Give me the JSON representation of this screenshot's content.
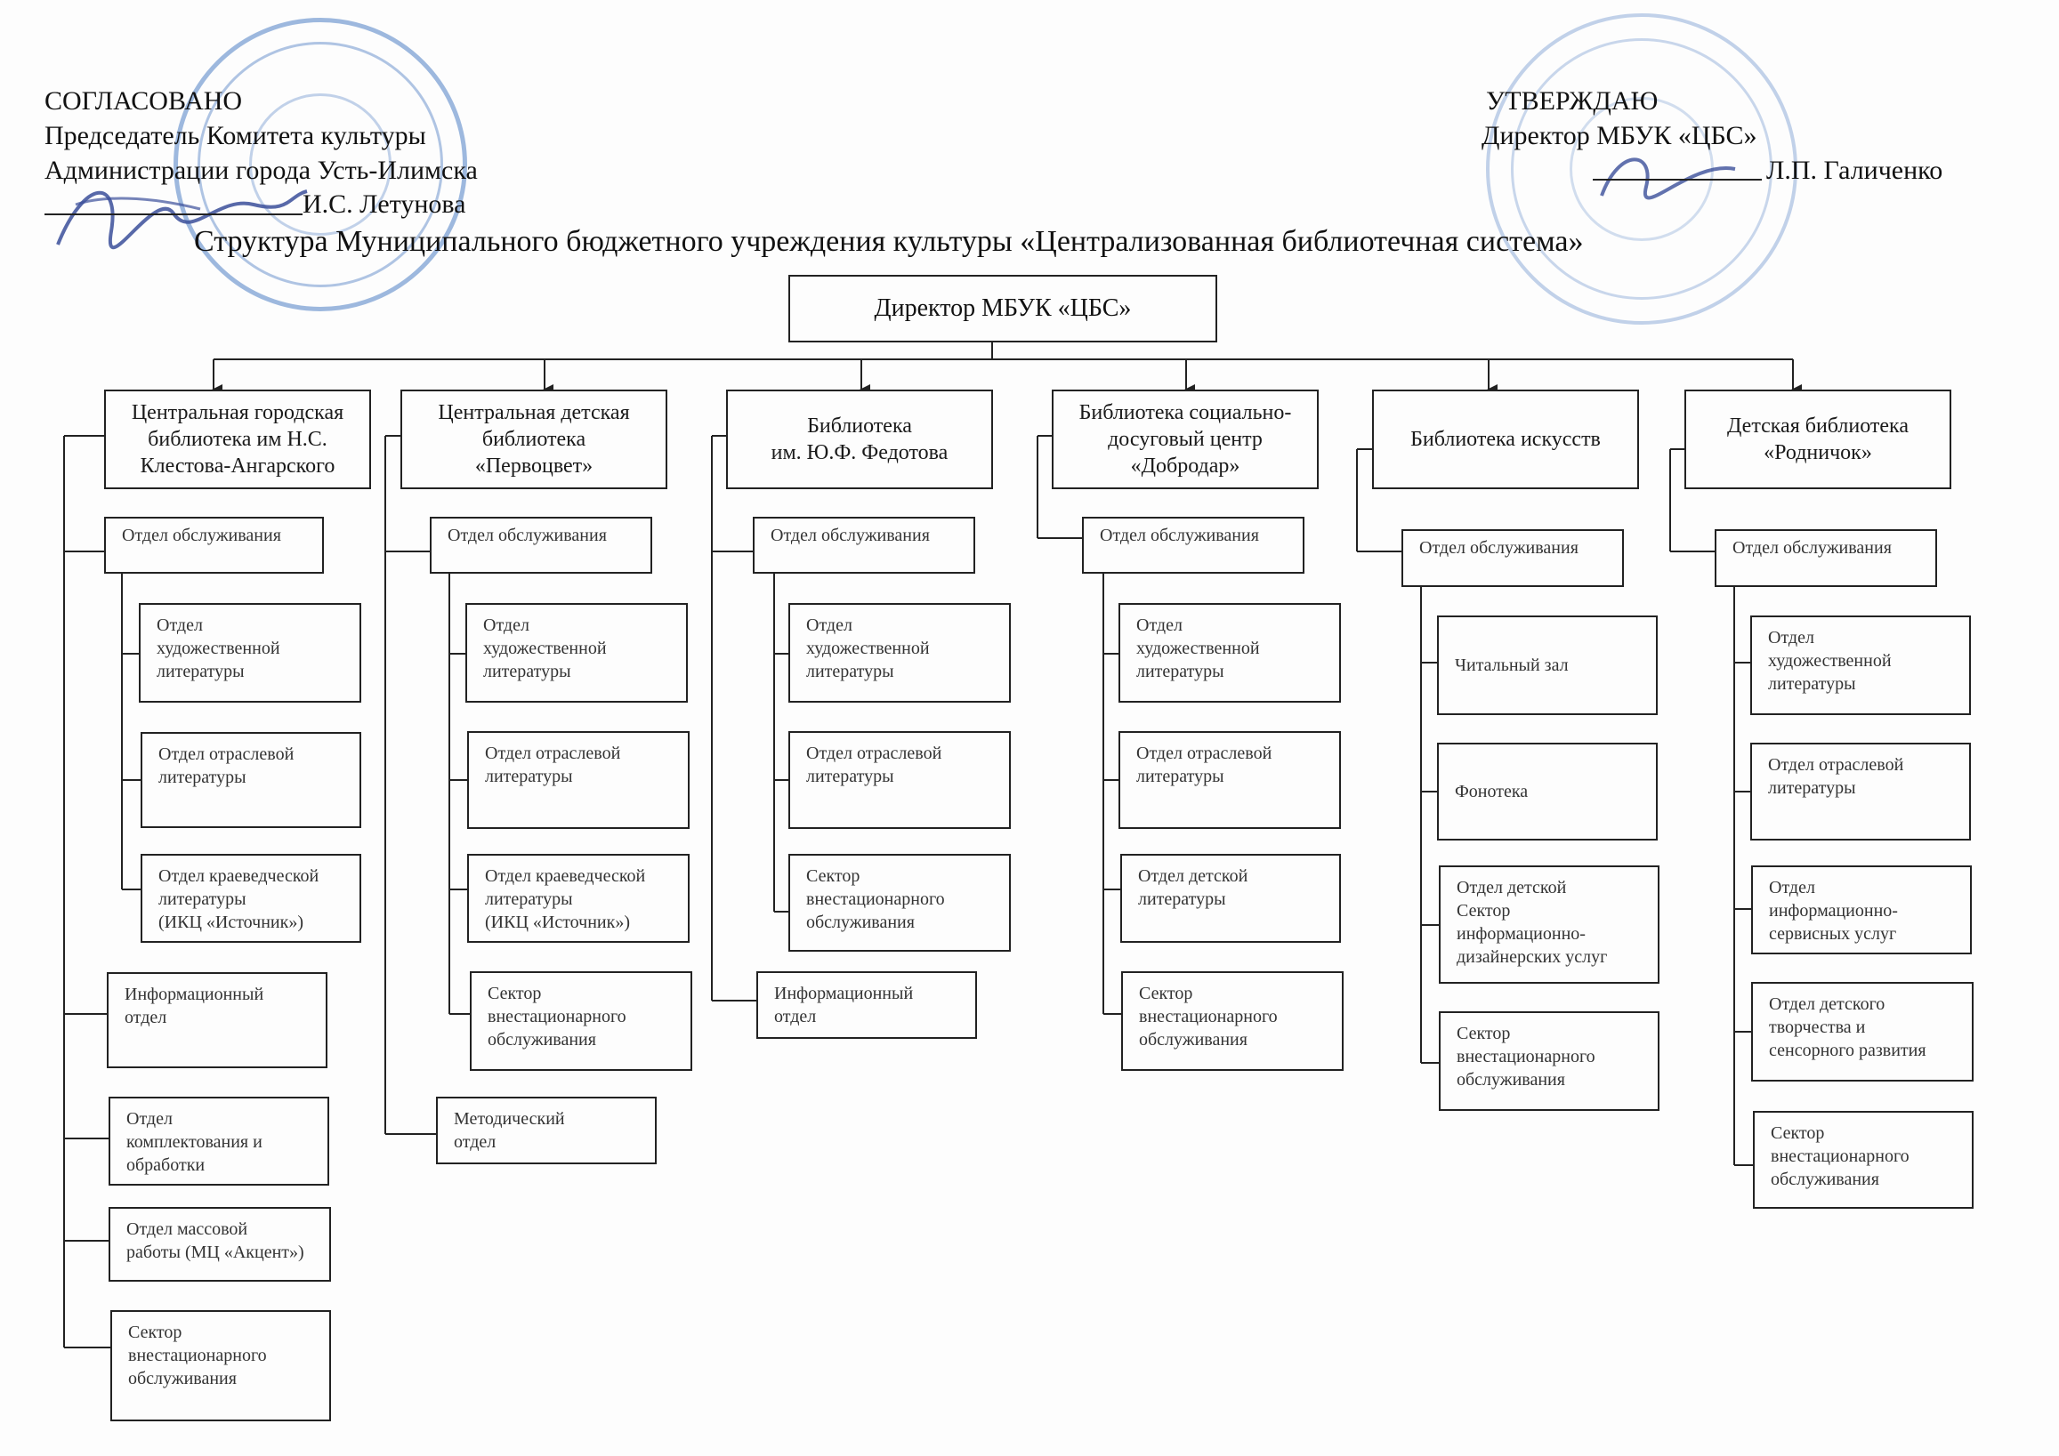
{
  "header_left": {
    "line1": "СОГЛАСОВАНО",
    "line2": "Председатель Комитета культуры",
    "line3": "Администрации города Усть-Илимска",
    "line4": "И.С. Летунова"
  },
  "header_right": {
    "line1": "УТВЕРЖДАЮ",
    "line2": "Директор МБУК «ЦБС»",
    "line3": "Л.П. Галиченко"
  },
  "title": "Структура Муниципального бюджетного учреждения культуры «Централизованная библиотечная система»",
  "director": "Директор МБУК «ЦБС»",
  "columns": [
    {
      "name": "Центральная городская\nбиблиотека им   Н.С.\nКлестова-Ангарского",
      "service": "Отдел обслуживания",
      "sub": [
        "Отдел\nхудожественной\nлитературы",
        "Отдел отраслевой\nлитературы",
        "Отдел краеведческой\nлитературы\n(ИКЦ  «Источник»)"
      ],
      "extra": [
        "Информационный\nотдел",
        "Отдел\nкомплектования и\nобработки",
        "Отдел массовой\nработы (МЦ «Акцент»)",
        "Сектор\nвнестационарного\nобслуживания"
      ]
    },
    {
      "name": "Центральная детская\nбиблиотека\n«Первоцвет»",
      "service": "Отдел обслуживания",
      "sub": [
        "Отдел\nхудожественной\nлитературы",
        "Отдел отраслевой\nлитературы",
        "Отдел краеведческой\nлитературы\n(ИКЦ  «Источник»)",
        "Сектор\nвнестационарного\nобслуживания"
      ],
      "extra": [
        "Методический\nотдел"
      ]
    },
    {
      "name": "Библиотека\nим. Ю.Ф. Федотова",
      "service": "Отдел обслуживания",
      "sub": [
        "Отдел\nхудожественной\nлитературы",
        "Отдел отраслевой\nлитературы",
        "Сектор\nвнестационарного\nобслуживания"
      ],
      "extra": [
        "Информационный\nотдел"
      ]
    },
    {
      "name": "Библиотека социально-\nдосуговый центр\n«Добродар»",
      "service": "Отдел обслуживания",
      "sub": [
        "Отдел\nхудожественной\nлитературы",
        "Отдел отраслевой\nлитературы",
        "Отдел детской\nлитературы",
        "Сектор\nвнестационарного\nобслуживания"
      ],
      "extra": []
    },
    {
      "name": "Библиотека искусств",
      "service": "Отдел обслуживания",
      "sub": [
        "Читальный зал",
        "Фонотека",
        "Отдел детской\nСектор\nинформационно-\nдизайнерских услуг",
        "Сектор\nвнестационарного\nобслуживания"
      ],
      "extra": []
    },
    {
      "name": "Детская библиотека\n«Родничок»",
      "service": "Отдел обслуживания",
      "sub": [
        "Отдел\nхудожественной\nлитературы",
        "Отдел отраслевой\nлитературы",
        "Отдел\nинформационно-\nсервисных услуг",
        "Отдел детского\nтворчества и\nсенсорного развития",
        "Сектор\nвнестационарного\nобслуживания"
      ],
      "extra": []
    }
  ],
  "colors": {
    "line": "#222222",
    "stamp": "#4f7fc4",
    "signature": "#3b4f9a"
  }
}
